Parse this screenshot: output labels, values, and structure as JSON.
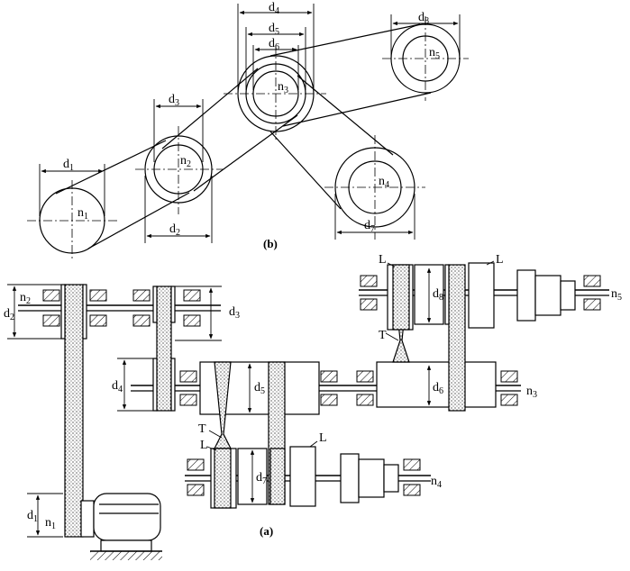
{
  "captions": {
    "top": "(b)",
    "bottom": "(a)"
  },
  "labels_b": {
    "d1": "d",
    "d1s": "1",
    "d2": "d",
    "d2s": "2",
    "d3": "d",
    "d3s": "3",
    "d4": "d",
    "d4s": "4",
    "d5": "d",
    "d5s": "5",
    "d6": "d",
    "d6s": "6",
    "d7": "d",
    "d7s": "7",
    "d8": "d",
    "d8s": "8",
    "n1": "n",
    "n1s": "1",
    "n2": "n",
    "n2s": "2",
    "n3": "n",
    "n3s": "3",
    "n4": "n",
    "n4s": "4",
    "n5": "n",
    "n5s": "5"
  },
  "labels_a": {
    "d1": "d",
    "d1s": "1",
    "n1": "n",
    "n1s": "1",
    "d2": "d",
    "d2s": "2",
    "n2": "n",
    "n2s": "2",
    "d3": "d",
    "d3s": "3",
    "d4": "d",
    "d4s": "4",
    "d5": "d",
    "d5s": "5",
    "d6": "d",
    "d6s": "6",
    "d7": "d",
    "d7s": "7",
    "d8": "d",
    "d8s": "8",
    "n3": "n",
    "n3s": "3",
    "n4": "n",
    "n4s": "4",
    "n5": "n",
    "n5s": "5",
    "T1": "T",
    "T2": "T",
    "L1": "L",
    "L2": "L",
    "L3": "L",
    "L4": "L"
  }
}
